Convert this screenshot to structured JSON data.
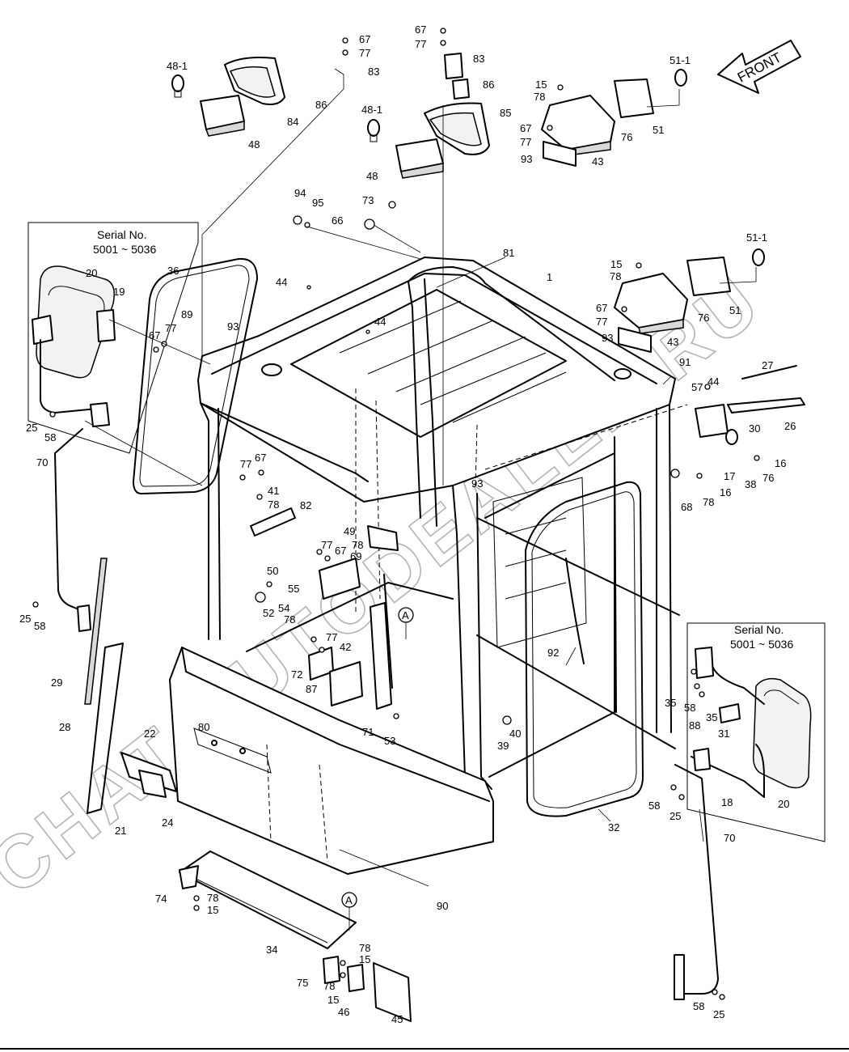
{
  "diagram": {
    "watermark": "CHAT-AUTODEALER.RU",
    "front_label": "FRONT",
    "serial_notes": [
      {
        "line1": "Serial No.",
        "line2": "5001 ~ 5036"
      },
      {
        "line1": "Serial No.",
        "line2": "5001 ~ 5036"
      }
    ],
    "detail_marker": "A",
    "callouts": [
      "48-1",
      "48",
      "84",
      "86",
      "83",
      "67",
      "77",
      "67",
      "77",
      "83",
      "86",
      "85",
      "48-1",
      "48",
      "15",
      "78",
      "67",
      "77",
      "93",
      "43",
      "76",
      "51",
      "51-1",
      "94",
      "95",
      "73",
      "66",
      "81",
      "1",
      "51-1",
      "15",
      "78",
      "67",
      "77",
      "93",
      "43",
      "76",
      "51",
      "20",
      "19",
      "36",
      "89",
      "93",
      "67",
      "77",
      "44",
      "44",
      "25",
      "58",
      "70",
      "91",
      "27",
      "57",
      "44",
      "26",
      "30",
      "17",
      "16",
      "38",
      "76",
      "16",
      "68",
      "78",
      "77",
      "67",
      "41",
      "78",
      "82",
      "49",
      "77",
      "67",
      "78",
      "69",
      "50",
      "55",
      "54",
      "52",
      "78",
      "93",
      "77",
      "42",
      "72",
      "87",
      "25",
      "58",
      "29",
      "28",
      "22",
      "80",
      "21",
      "24",
      "71",
      "53",
      "39",
      "40",
      "92",
      "35",
      "58",
      "88",
      "35",
      "31",
      "18",
      "20",
      "58",
      "25",
      "70",
      "32",
      "90",
      "74",
      "78",
      "15",
      "34",
      "78",
      "15",
      "75",
      "78",
      "15",
      "46",
      "45",
      "58",
      "25"
    ]
  }
}
